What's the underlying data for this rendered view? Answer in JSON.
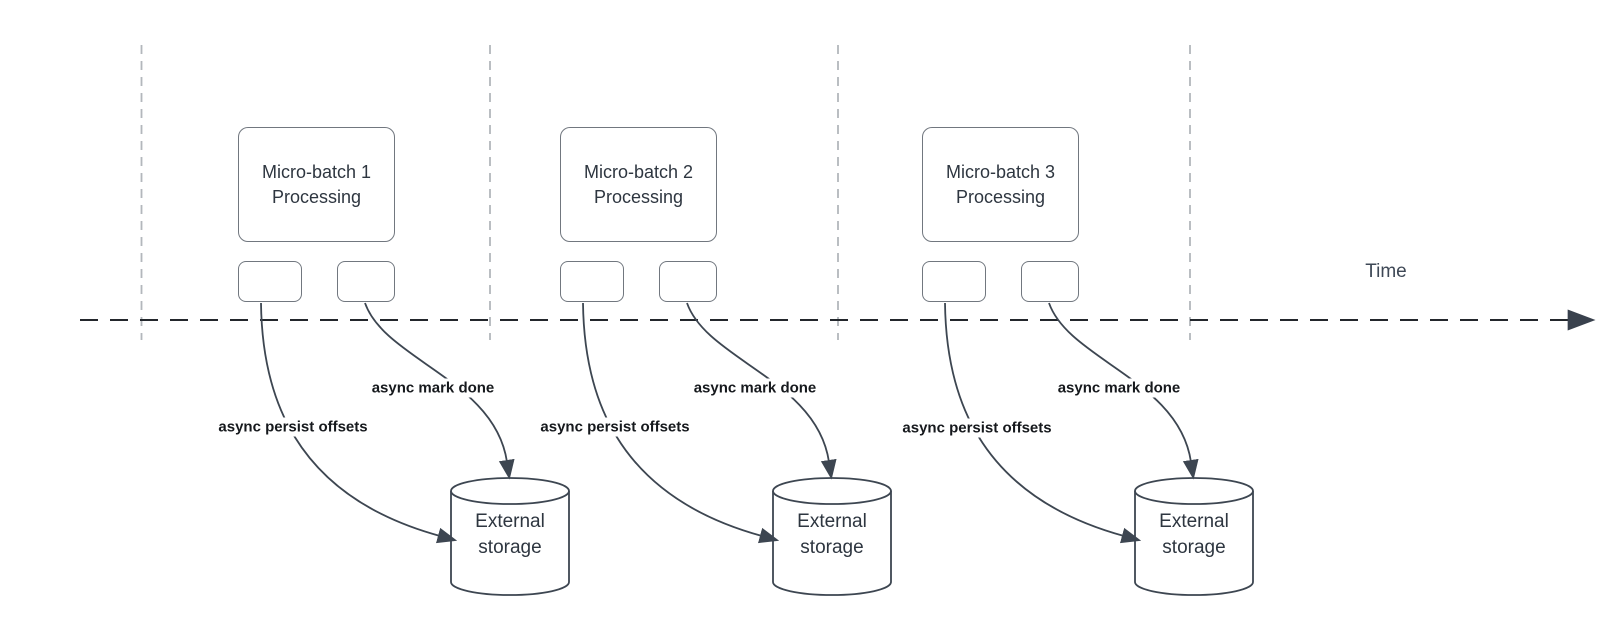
{
  "diagram": {
    "time_axis_label": "Time",
    "groups": [
      {
        "title_line1": "Micro-batch 1",
        "title_line2": "Processing",
        "persist_label": "async persist offsets",
        "mark_done_label": "async mark done",
        "storage_line1": "External",
        "storage_line2": "storage"
      },
      {
        "title_line1": "Micro-batch 2",
        "title_line2": "Processing",
        "persist_label": "async persist offsets",
        "mark_done_label": "async mark done",
        "storage_line1": "External",
        "storage_line2": "storage"
      },
      {
        "title_line1": "Micro-batch 3",
        "title_line2": "Processing",
        "persist_label": "async persist offsets",
        "mark_done_label": "async mark done",
        "storage_line1": "External",
        "storage_line2": "storage"
      }
    ],
    "colors": {
      "background": "#ffffff",
      "box_stroke": "#71777f",
      "shape_stroke": "#3d4651",
      "axis_line": "#23272c",
      "guide_line": "#b3b7bc",
      "label_text": "#16191d",
      "box_text": "#2e3640"
    }
  }
}
